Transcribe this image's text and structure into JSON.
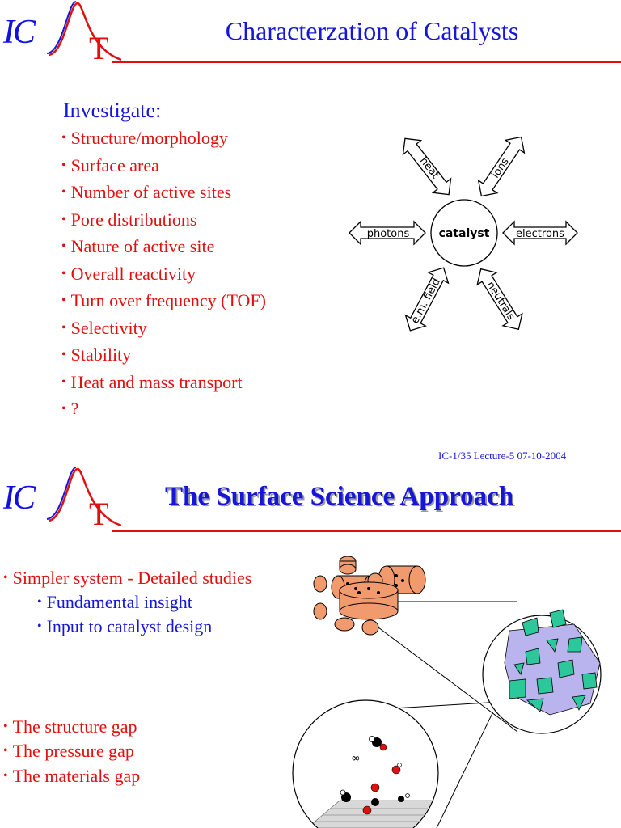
{
  "logo": {
    "letters": "IC",
    "t": "T"
  },
  "slide1": {
    "title": "Characterzation of Catalysts",
    "heading": "Investigate:",
    "items": [
      "Structure/morphology",
      "Surface area",
      "Number of active sites",
      "Pore distributions",
      "Nature of active site",
      "Overall reactivity",
      "Turn over frequency (TOF)",
      "Selectivity",
      "Stability",
      "Heat and mass transport",
      "?",
      "?"
    ],
    "diagram": {
      "center": "catalyst",
      "left": "photons",
      "right": "electrons",
      "upper_left": "heat",
      "upper_right": "ions",
      "lower_left": "e.m. field",
      "lower_right": "neutrals"
    },
    "footer": "IC-1/35  Lecture-5 07-10-2004"
  },
  "slide2": {
    "title": "The Surface Science Approach",
    "bullet_main": "Simpler system  - Detailed studies",
    "sub_bullets": [
      "Fundamental insight",
      "Input to catalyst design"
    ],
    "gaps": [
      "The structure gap",
      "The pressure gap",
      "The materials gap"
    ],
    "infinity": "∞"
  },
  "colors": {
    "blue": "#1616d8",
    "red": "#e01010",
    "orange": "#f09a6e",
    "teal": "#2cc79a",
    "lavender": "#b9b3ee"
  }
}
